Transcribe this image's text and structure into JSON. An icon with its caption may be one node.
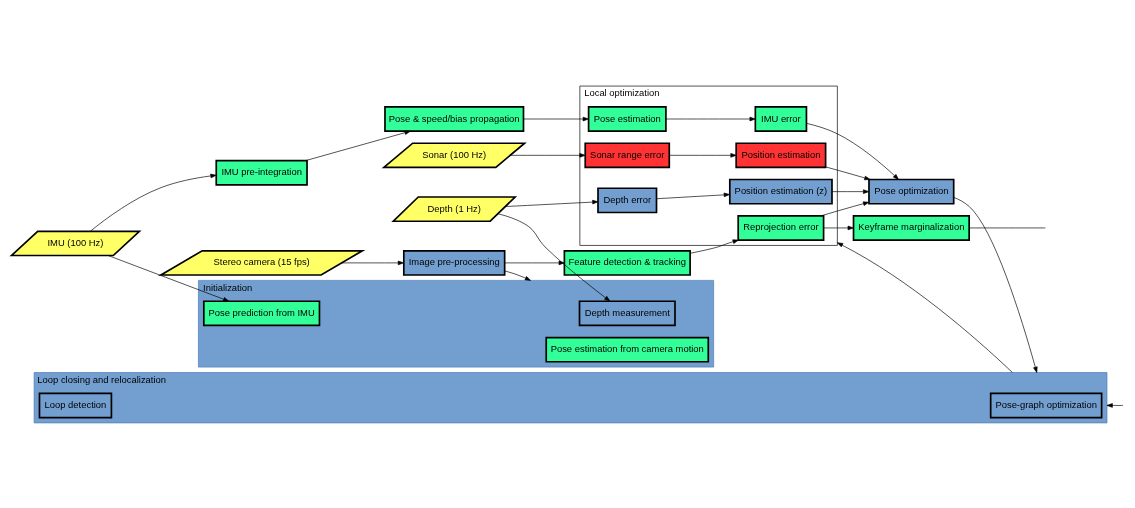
{
  "diagram": {
    "nodes": [
      {
        "text": [
          "Stereo camera (15 fps)"
        ]
      },
      {
        "text": [
          "Image pre-processing"
        ]
      },
      {
        "text": [
          "Feature detection & tracking"
        ]
      },
      {
        "text": [
          "Local optimization"
        ]
      },
      {
        "text": [
          "Reprojection error"
        ],
        "in": 3
      },
      {
        "text": [
          "Keyframe marginalization"
        ]
      },
      {
        "text": [
          "Initialization"
        ]
      },
      {
        "text": [
          "Pose estimation from camera motion"
        ],
        "in": 6
      },
      {
        "text": [
          "IMU (100 Hz)"
        ]
      },
      {
        "text": [
          "Pose prediction from IMU"
        ],
        "in": 6
      },
      {
        "text": [
          "IMU pre-integration"
        ]
      },
      {
        "text": [
          "Pose & speed/bias propagation"
        ]
      },
      {
        "text": [
          "Pose estimation"
        ],
        "in": 3
      },
      {
        "text": [
          "IMU error"
        ],
        "in": 3
      },
      {
        "text": [
          "Pose optimization"
        ]
      },
      {
        "text": [
          "Depth error"
        ],
        "in": 3
      },
      {
        "text": [
          "Position estimation (z)"
        ],
        "in": 3
      },
      {
        "text": [
          "Depth (1 Hz)"
        ]
      },
      {
        "text": [
          "Depth measurement"
        ],
        "in": 6
      },
      {
        "text": [
          "Sonar range error"
        ],
        "in": 3
      },
      {
        "text": [
          "Position estimation"
        ],
        "in": 3
      },
      {
        "text": [
          "Sonar (100 Hz)"
        ]
      },
      {
        "text": [
          "Loop closing and relocalization"
        ]
      },
      {
        "text": [
          "Pose-graph optimization"
        ],
        "in": 22
      },
      {
        "text": [
          "Loop detection"
        ],
        "in": 22
      }
    ],
    "edges": [
      {
        "from": 0,
        "to": 1,
        "arrow": "to"
      },
      {
        "from": 1,
        "to": 2,
        "arrow": "to"
      },
      {
        "from": 1,
        "to": 6,
        "arrow": "to"
      },
      {
        "from": 2,
        "to": 4,
        "arrow": "to"
      },
      {
        "from": 4,
        "to": 5,
        "arrow": "to"
      },
      {
        "from": 5,
        "to": null,
        "arrow": "none"
      },
      {
        "from": 4,
        "to": 14,
        "arrow": "to"
      },
      {
        "from": 8,
        "to": 10,
        "arrow": "to"
      },
      {
        "from": 8,
        "to": 9,
        "arrow": "to"
      },
      {
        "from": 10,
        "to": 11,
        "arrow": "to"
      },
      {
        "from": 11,
        "to": 12,
        "arrow": "to"
      },
      {
        "from": 12,
        "to": 13,
        "arrow": "to"
      },
      {
        "from": 13,
        "to": 14,
        "arrow": "to"
      },
      {
        "from": 17,
        "to": 18,
        "arrow": "to"
      },
      {
        "from": 17,
        "to": 15,
        "arrow": "to"
      },
      {
        "from": 15,
        "to": 16,
        "arrow": "to"
      },
      {
        "from": 16,
        "to": 14,
        "arrow": "to"
      },
      {
        "from": 21,
        "to": 19,
        "arrow": "to"
      },
      {
        "from": 19,
        "to": 20,
        "arrow": "to"
      },
      {
        "from": 20,
        "to": 14,
        "arrow": "to"
      },
      {
        "from": 14,
        "to": 22,
        "arrow": "to"
      },
      {
        "from": 22,
        "to": 3,
        "arrow": "to"
      },
      {
        "from": null,
        "to": 22,
        "arrow": "to"
      }
    ]
  }
}
